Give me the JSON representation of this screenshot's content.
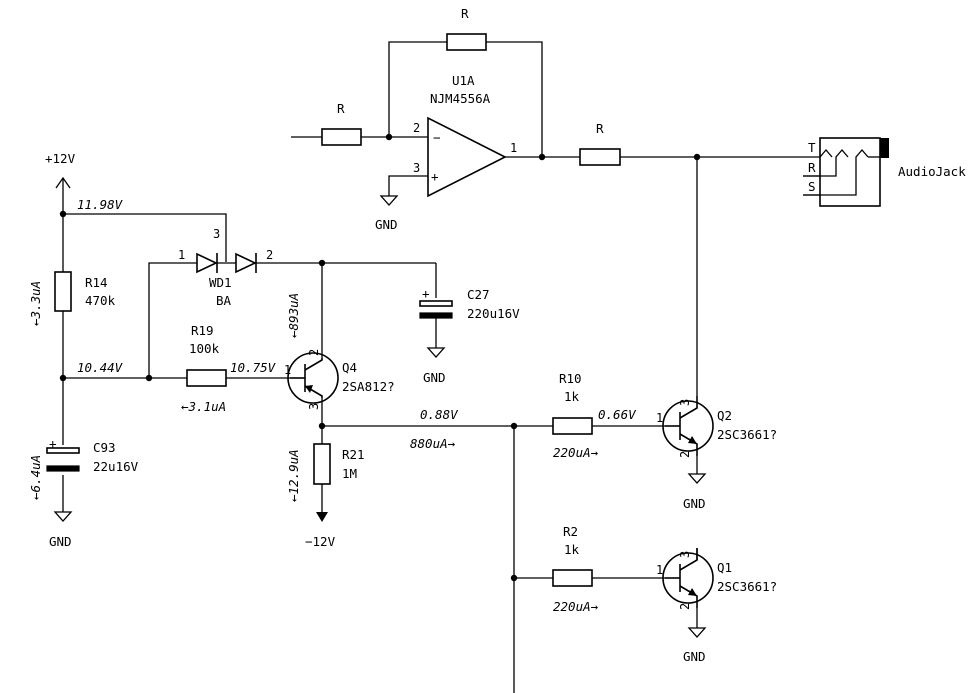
{
  "components": {
    "u1": {
      "ref": "U1A",
      "value": "NJM4556A",
      "pin_inv": "2",
      "pin_noninv": "3",
      "pin_out": "1",
      "minus": "−",
      "plus": "+"
    },
    "r_fb": {
      "ref": "R"
    },
    "r_in": {
      "ref": "R"
    },
    "r_out": {
      "ref": "R"
    },
    "jack": {
      "ref": "AudioJack",
      "tip": "T",
      "ring": "R",
      "sleeve": "S"
    },
    "r14": {
      "ref": "R14",
      "value": "470k"
    },
    "r19": {
      "ref": "R19",
      "value": "100k"
    },
    "r21": {
      "ref": "R21",
      "value": "1M"
    },
    "r10": {
      "ref": "R10",
      "value": "1k"
    },
    "r2": {
      "ref": "R2",
      "value": "1k"
    },
    "wd1": {
      "ref": "WD1",
      "value": "BA",
      "pin1": "1",
      "pin2": "2",
      "pin3": "3"
    },
    "c27": {
      "ref": "C27",
      "value": "220u16V",
      "plus": "+"
    },
    "c93": {
      "ref": "C93",
      "value": "22u16V",
      "plus": "+"
    },
    "q4": {
      "ref": "Q4",
      "value": "2SA812?",
      "pin1": "1",
      "pin2": "2",
      "pin3": "3"
    },
    "q2": {
      "ref": "Q2",
      "value": "2SC3661?",
      "pin1": "1",
      "pin2": "2",
      "pin3": "3"
    },
    "q1": {
      "ref": "Q1",
      "value": "2SC3661?",
      "pin1": "1",
      "pin2": "2",
      "pin3": "3"
    }
  },
  "power": {
    "vplus": "+12V",
    "vminus": "−12V",
    "gnd_opamp": "GND",
    "gnd_c27": "GND",
    "gnd_c93": "GND",
    "gnd_q2": "GND",
    "gnd_q1": "GND"
  },
  "annotations": {
    "v_top": "11.98V",
    "v_1044": "10.44V",
    "v_1075": "10.75V",
    "v_088": "0.88V",
    "v_066": "0.66V",
    "i_r14": "←3.3uA",
    "i_q4e": "←893uA",
    "i_r19": "←3.1uA",
    "i_c93": "←6.4uA",
    "i_r21": "←12.9uA",
    "i_880": "880uA→",
    "i_r10": "220uA→",
    "i_r2": "220uA→"
  }
}
